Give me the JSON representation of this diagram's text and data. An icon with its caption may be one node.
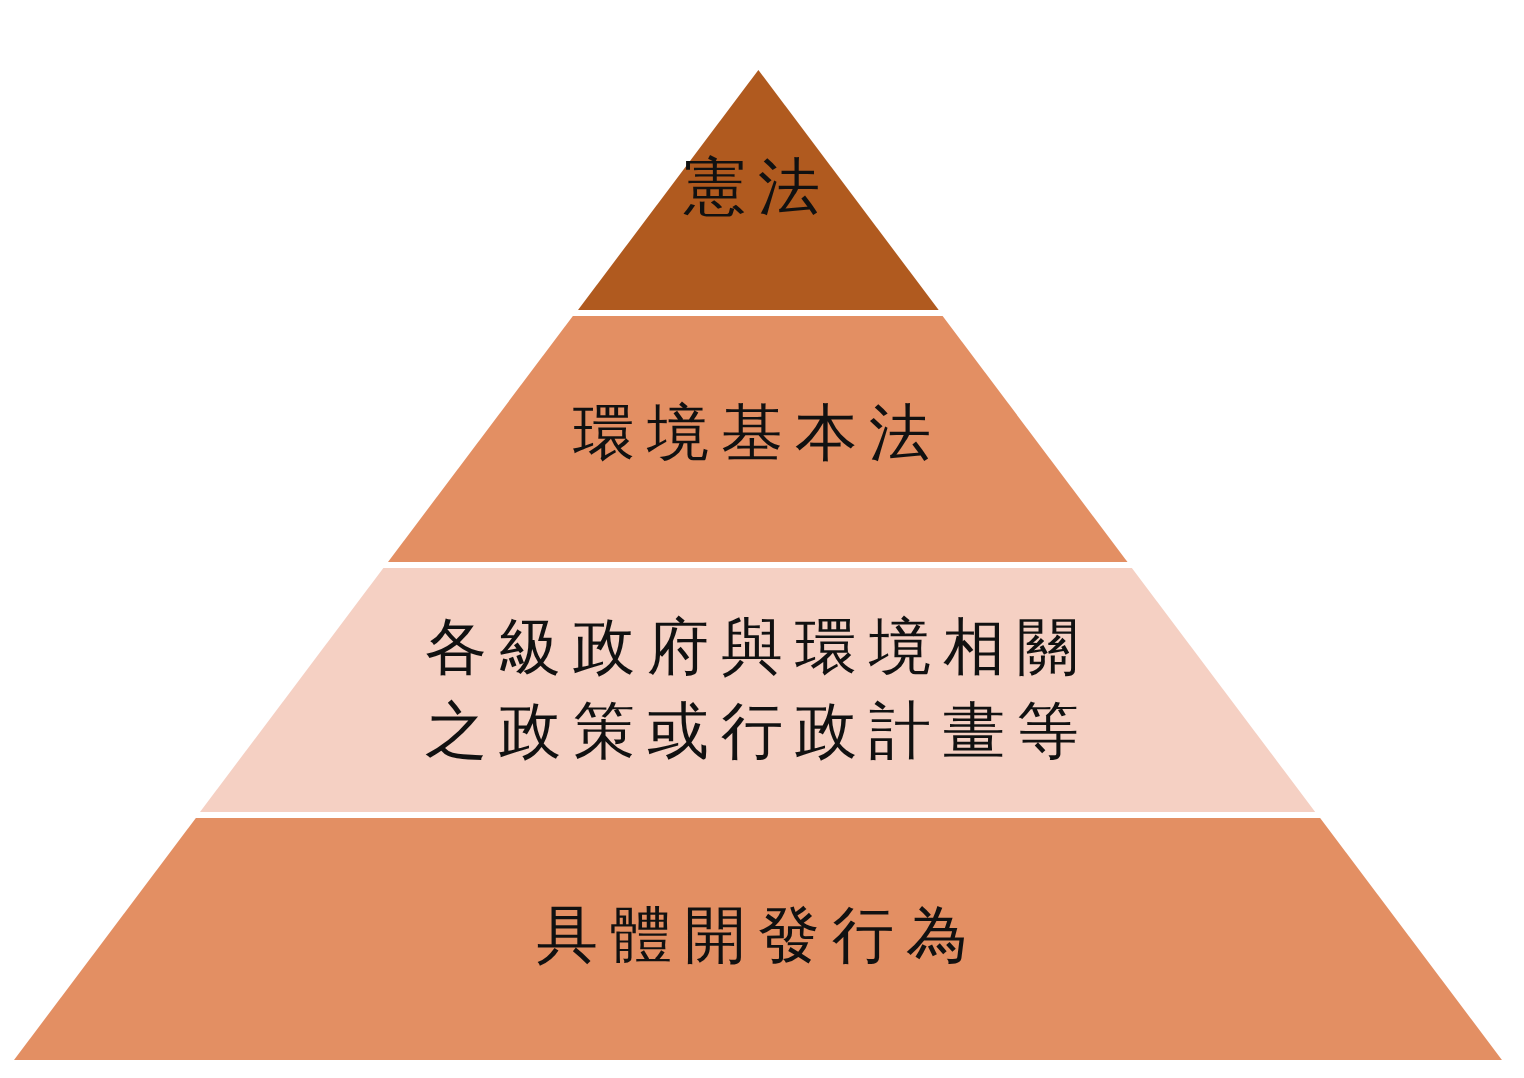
{
  "diagram": {
    "nodes": [
      {
        "text": [
          "憲法"
        ]
      },
      {
        "text": [
          "環境基本法"
        ]
      },
      {
        "text": [
          "各級政府與環境相關之政策或行政計畫等"
        ]
      },
      {
        "text": [
          "具體開發行為"
        ]
      }
    ]
  }
}
